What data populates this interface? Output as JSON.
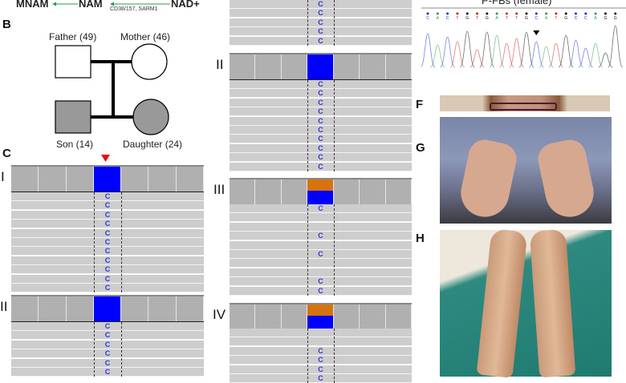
{
  "panel_a": {
    "mnam": "MNAM",
    "nam": "NAM",
    "nad": "NAD+",
    "enzymes": "CD38/157, SARM1"
  },
  "panel_b": {
    "label": "B",
    "father": "Father (49)",
    "mother": "Mother (46)",
    "son": "Son (14)",
    "daughter": "Daughter (24)"
  },
  "panel_c": {
    "label": "C",
    "tracks": [
      {
        "roman": "I",
        "type": "mut",
        "reads": [
          "C",
          "C",
          "C",
          "C",
          "C",
          "C",
          "C",
          "C",
          "C",
          "C",
          "C"
        ]
      },
      {
        "roman": "II",
        "type": "mut",
        "reads": [
          "C",
          "C",
          "C",
          "C",
          "C",
          "C"
        ]
      },
      {
        "roman": "",
        "type": "none",
        "reads": [
          "C",
          "C",
          "C",
          "C",
          "C"
        ]
      },
      {
        "roman": "II",
        "type": "mut",
        "reads": [
          "C",
          "C",
          "C",
          "C",
          "C",
          "C",
          "C",
          "C",
          "C",
          "C"
        ]
      },
      {
        "roman": "III",
        "type": "het",
        "reads": [
          "C",
          "",
          "",
          "C",
          "",
          "C",
          "",
          "",
          "C",
          "C"
        ]
      },
      {
        "roman": "IV",
        "type": "het",
        "reads": [
          "",
          "",
          "C",
          "C",
          "C",
          "C"
        ]
      }
    ]
  },
  "panel_e": {
    "title": "P-FBs (female)",
    "bases": [
      "C",
      "A",
      "C",
      "T",
      "G",
      "T",
      "G",
      "A",
      "T",
      "T",
      "G",
      "C",
      "A",
      "T",
      "G",
      "C",
      "C",
      "A",
      "G",
      "G"
    ],
    "colors": {
      "A": "#2a9d4a",
      "C": "#2030d0",
      "G": "#111111",
      "T": "#d02020"
    }
  },
  "panel_f": {
    "label": "F"
  },
  "panel_g": {
    "label": "G"
  },
  "panel_h": {
    "label": "H"
  },
  "colors": {
    "mutant": "#0000ff",
    "het": "#d6730e",
    "read": "#cdcdcd"
  }
}
